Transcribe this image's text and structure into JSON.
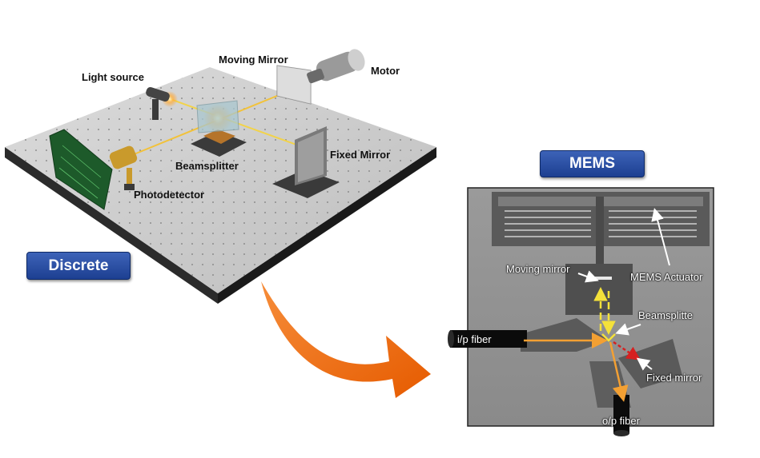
{
  "discrete": {
    "badge": "Discrete",
    "labels": {
      "light_source": "Light source",
      "moving_mirror": "Moving Mirror",
      "motor": "Motor",
      "beamsplitter": "Beamsplitter",
      "fixed_mirror": "Fixed Mirror",
      "photodetector": "Photodetector"
    }
  },
  "mems": {
    "badge": "MEMS",
    "labels": {
      "moving_mirror": "Moving mirror",
      "mems_actuator": "MEMS Actuator",
      "beamsplitter": "Beamsplitte",
      "ip_fiber": "i/p fiber",
      "fixed_mirror": "Fixed mirror",
      "op_fiber": "o/p fiber"
    }
  },
  "colors": {
    "badge_blue": "#2a4ea5",
    "arrow_orange": "#f36f13",
    "beam_yellow": "#f4e13a",
    "beam_orange": "#f3a033",
    "beam_red": "#d62020"
  }
}
